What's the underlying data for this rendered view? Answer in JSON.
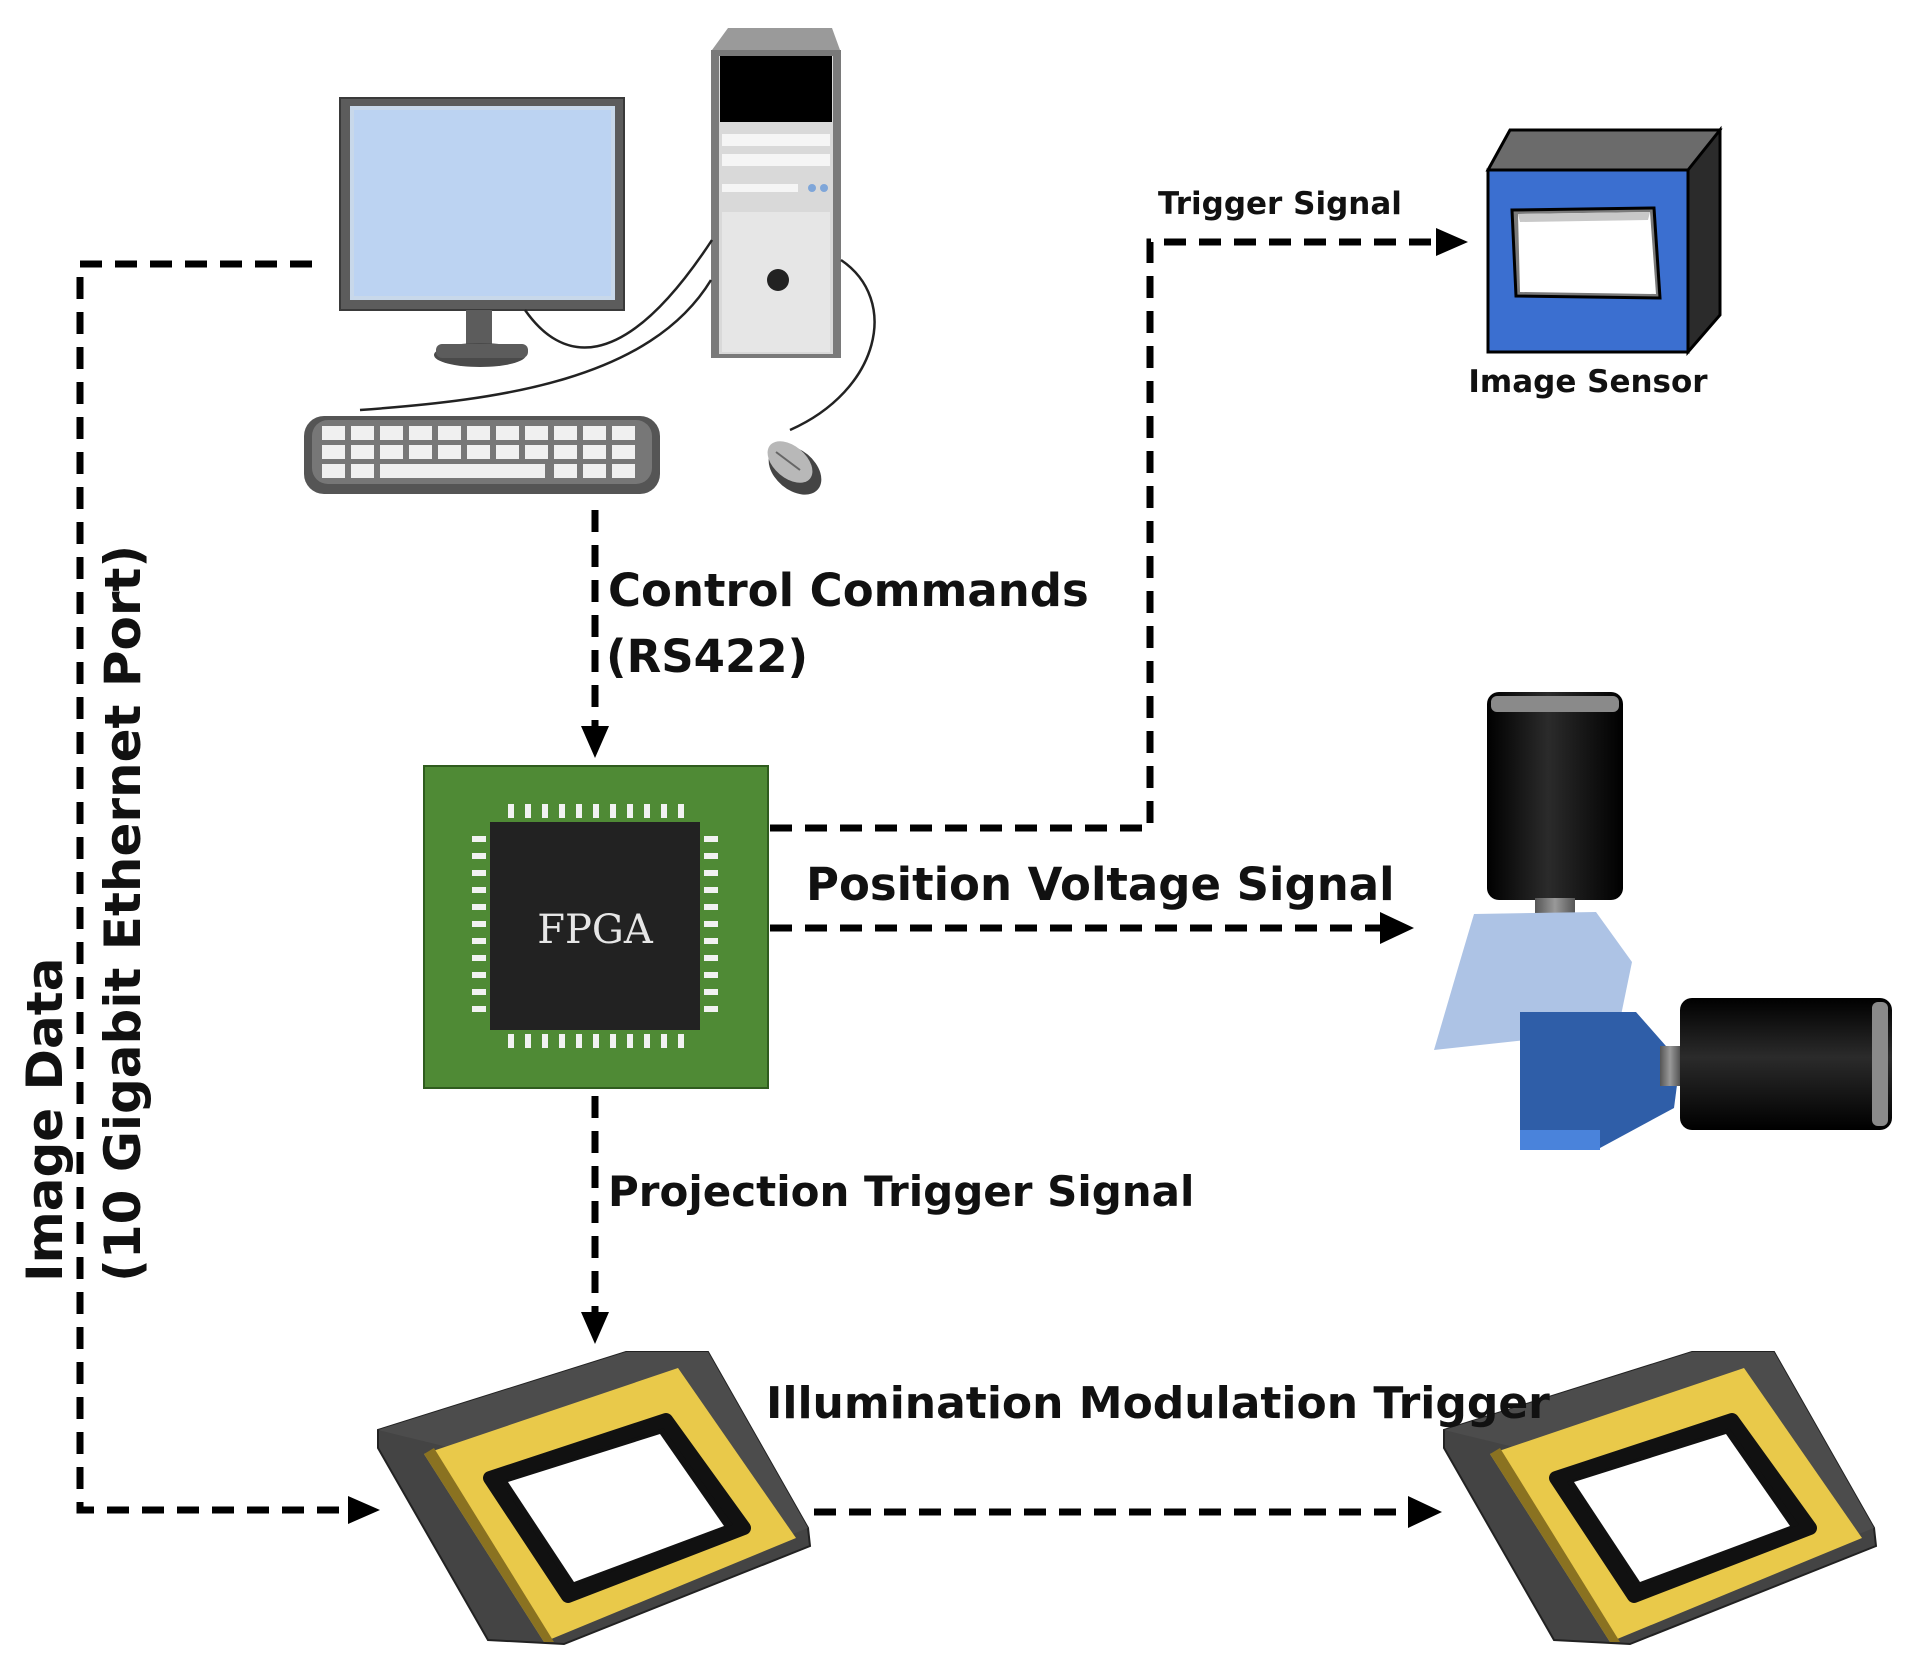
{
  "labels": {
    "trigger_signal": "Trigger Signal",
    "image_sensor": "Image Sensor",
    "control_commands_line1": "Control Commands",
    "control_commands_line2": "(RS422)",
    "fpga": "FPGA",
    "position_voltage_signal": "Position Voltage Signal",
    "projection_trigger_signal": "Projection Trigger Signal",
    "illumination_modulation_trigger": "Illumination Modulation Trigger",
    "image_data_line1": "Image Data",
    "image_data_line2": "(10 Gigabit Ethernet Port)"
  },
  "colors": {
    "arrow": "#000000",
    "fpga_board": "#4f8a35",
    "fpga_chip": "#222222",
    "sensor_blue": "#3b6fd0",
    "dmd_gold": "#e9c94a",
    "monitor_screen": "#bcd3f2",
    "galvo_light_blue": "#adc3e5",
    "galvo_dark_blue": "#2f5ea8"
  },
  "icons": [
    "desktop-computer-icon",
    "image-sensor-icon",
    "fpga-chip-icon",
    "galvo-scanner-icon",
    "dmd-chip-icon"
  ]
}
